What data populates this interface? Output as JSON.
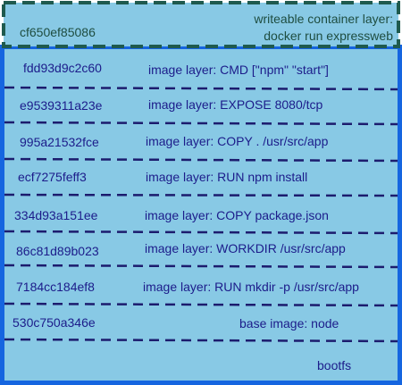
{
  "container_layer": {
    "id": "cf650ef85086",
    "description_line1": "writeable container layer:",
    "description_line2": "docker run expressweb"
  },
  "layers": [
    {
      "id": "fdd93d9c2c60",
      "description": "image layer: CMD [\"npm\" \"start\"]"
    },
    {
      "id": "e9539311a23e",
      "description": "image layer: EXPOSE 8080/tcp"
    },
    {
      "id": "995a21532fce",
      "description": "image layer: COPY . /usr/src/app"
    },
    {
      "id": "ecf7275feff3",
      "description": "image layer: RUN npm install"
    },
    {
      "id": "334d93a151ee",
      "description": "image layer: COPY package.json"
    },
    {
      "id": "86c81d89b023",
      "description": "image layer: WORKDIR /usr/src/app"
    },
    {
      "id": "7184cc184ef8",
      "description": "image layer: RUN mkdir -p /usr/src/app"
    },
    {
      "id": "530c750a346e",
      "description": "base image: node"
    }
  ],
  "bootfs": "bootfs",
  "colors": {
    "background": "#ffffff",
    "fill": "#88c9e5",
    "image_border": "#1565e0",
    "container_border": "#1f5a4e",
    "layer_divider": "#1c1c6e",
    "text": "#1c1c8a"
  }
}
